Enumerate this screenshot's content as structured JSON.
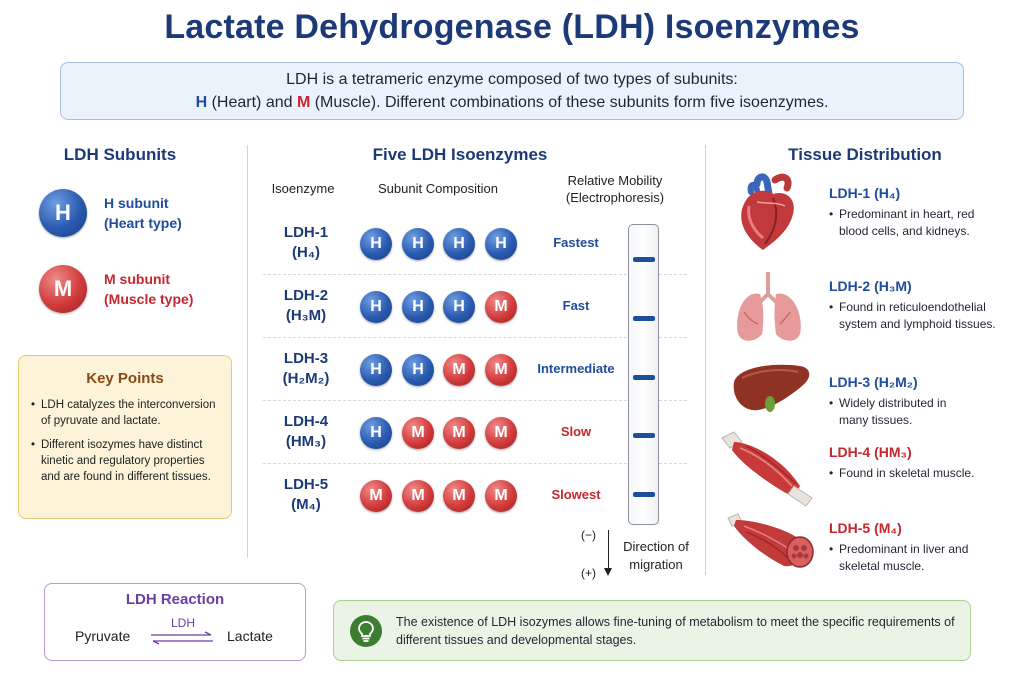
{
  "title": "Lactate Dehydrogenase (LDH) Isoenzymes",
  "intro": {
    "line1": "LDH is a tetrameric enzyme composed of two types of subunits:",
    "h_letter": "H",
    "h_text": " (Heart) and ",
    "m_letter": "M",
    "m_text": " (Muscle). Different combinations of these subunits form five isoenzymes."
  },
  "subunits": {
    "title": "LDH Subunits",
    "h": {
      "symbol": "H",
      "name": "H subunit",
      "type": "(Heart type)"
    },
    "m": {
      "symbol": "M",
      "name": "M subunit",
      "type": "(Muscle type)"
    }
  },
  "key_points": {
    "title": "Key Points",
    "items": [
      "LDH catalyzes the interconversion of pyruvate and lactate.",
      "Different isozymes have distinct kinetic and regulatory properties and are found in different tissues."
    ]
  },
  "isoenzymes": {
    "title": "Five LDH Isoenzymes",
    "col_isoenzyme": "Isoenzyme",
    "col_composition": "Subunit Composition",
    "col_mobility_1": "Relative Mobility",
    "col_mobility_2": "(Electrophoresis)",
    "rows": [
      {
        "name": "LDH-1",
        "formula": "(H₄)",
        "subunits": [
          "H",
          "H",
          "H",
          "H"
        ],
        "mobility": "Fastest",
        "rank": 1
      },
      {
        "name": "LDH-2",
        "formula": "(H₃M)",
        "subunits": [
          "H",
          "H",
          "H",
          "M"
        ],
        "mobility": "Fast",
        "rank": 2
      },
      {
        "name": "LDH-3",
        "formula": "(H₂M₂)",
        "subunits": [
          "H",
          "H",
          "M",
          "M"
        ],
        "mobility": "Intermediate",
        "rank": 3
      },
      {
        "name": "LDH-4",
        "formula": "(HM₃)",
        "subunits": [
          "H",
          "M",
          "M",
          "M"
        ],
        "mobility": "Slow",
        "rank": 4
      },
      {
        "name": "LDH-5",
        "formula": "(M₄)",
        "subunits": [
          "M",
          "M",
          "M",
          "M"
        ],
        "mobility": "Slowest",
        "rank": 5
      }
    ],
    "direction": {
      "minus": "(−)",
      "plus": "(+)",
      "label_1": "Direction of",
      "label_2": "migration"
    }
  },
  "tissues": {
    "title": "Tissue Distribution",
    "items": [
      {
        "title": "LDH-1 (H₄)",
        "desc": "Predominant in heart, red blood cells, and kidneys.",
        "organ": "heart-icon",
        "color": "#1f4c9c"
      },
      {
        "title": "LDH-2 (H₃M)",
        "desc": "Found in reticuloendothelial system and lymphoid tissues.",
        "organ": "lungs-icon",
        "color": "#1f4c9c"
      },
      {
        "title": "LDH-3 (H₂M₂)",
        "desc": "Widely distributed in many tissues.",
        "organ": "liver-icon",
        "color": "#1f4c9c"
      },
      {
        "title": "LDH-4 (HM₃)",
        "desc": "Found in skeletal muscle.",
        "organ": "muscle-icon",
        "color": "#c6262e"
      },
      {
        "title": "LDH-5 (M₄)",
        "desc": "Predominant in liver and skeletal muscle.",
        "organ": "muscle-bundle-icon",
        "color": "#c6262e"
      }
    ]
  },
  "reaction": {
    "title": "LDH Reaction",
    "left": "Pyruvate",
    "enzyme": "LDH",
    "right": "Lactate"
  },
  "note": {
    "text": "The existence of LDH isozymes allows fine-tuning of metabolism to meet the specific requirements of different tissues and developmental stages.",
    "icon": "lightbulb-icon"
  },
  "colors": {
    "title": "#1c3a78",
    "h_subunit": "#2a5ab0",
    "m_subunit": "#d23b3b",
    "key_box": "#fdf3d8",
    "reaction_border": "#b49ad6",
    "note_box": "#eaf4e4"
  }
}
